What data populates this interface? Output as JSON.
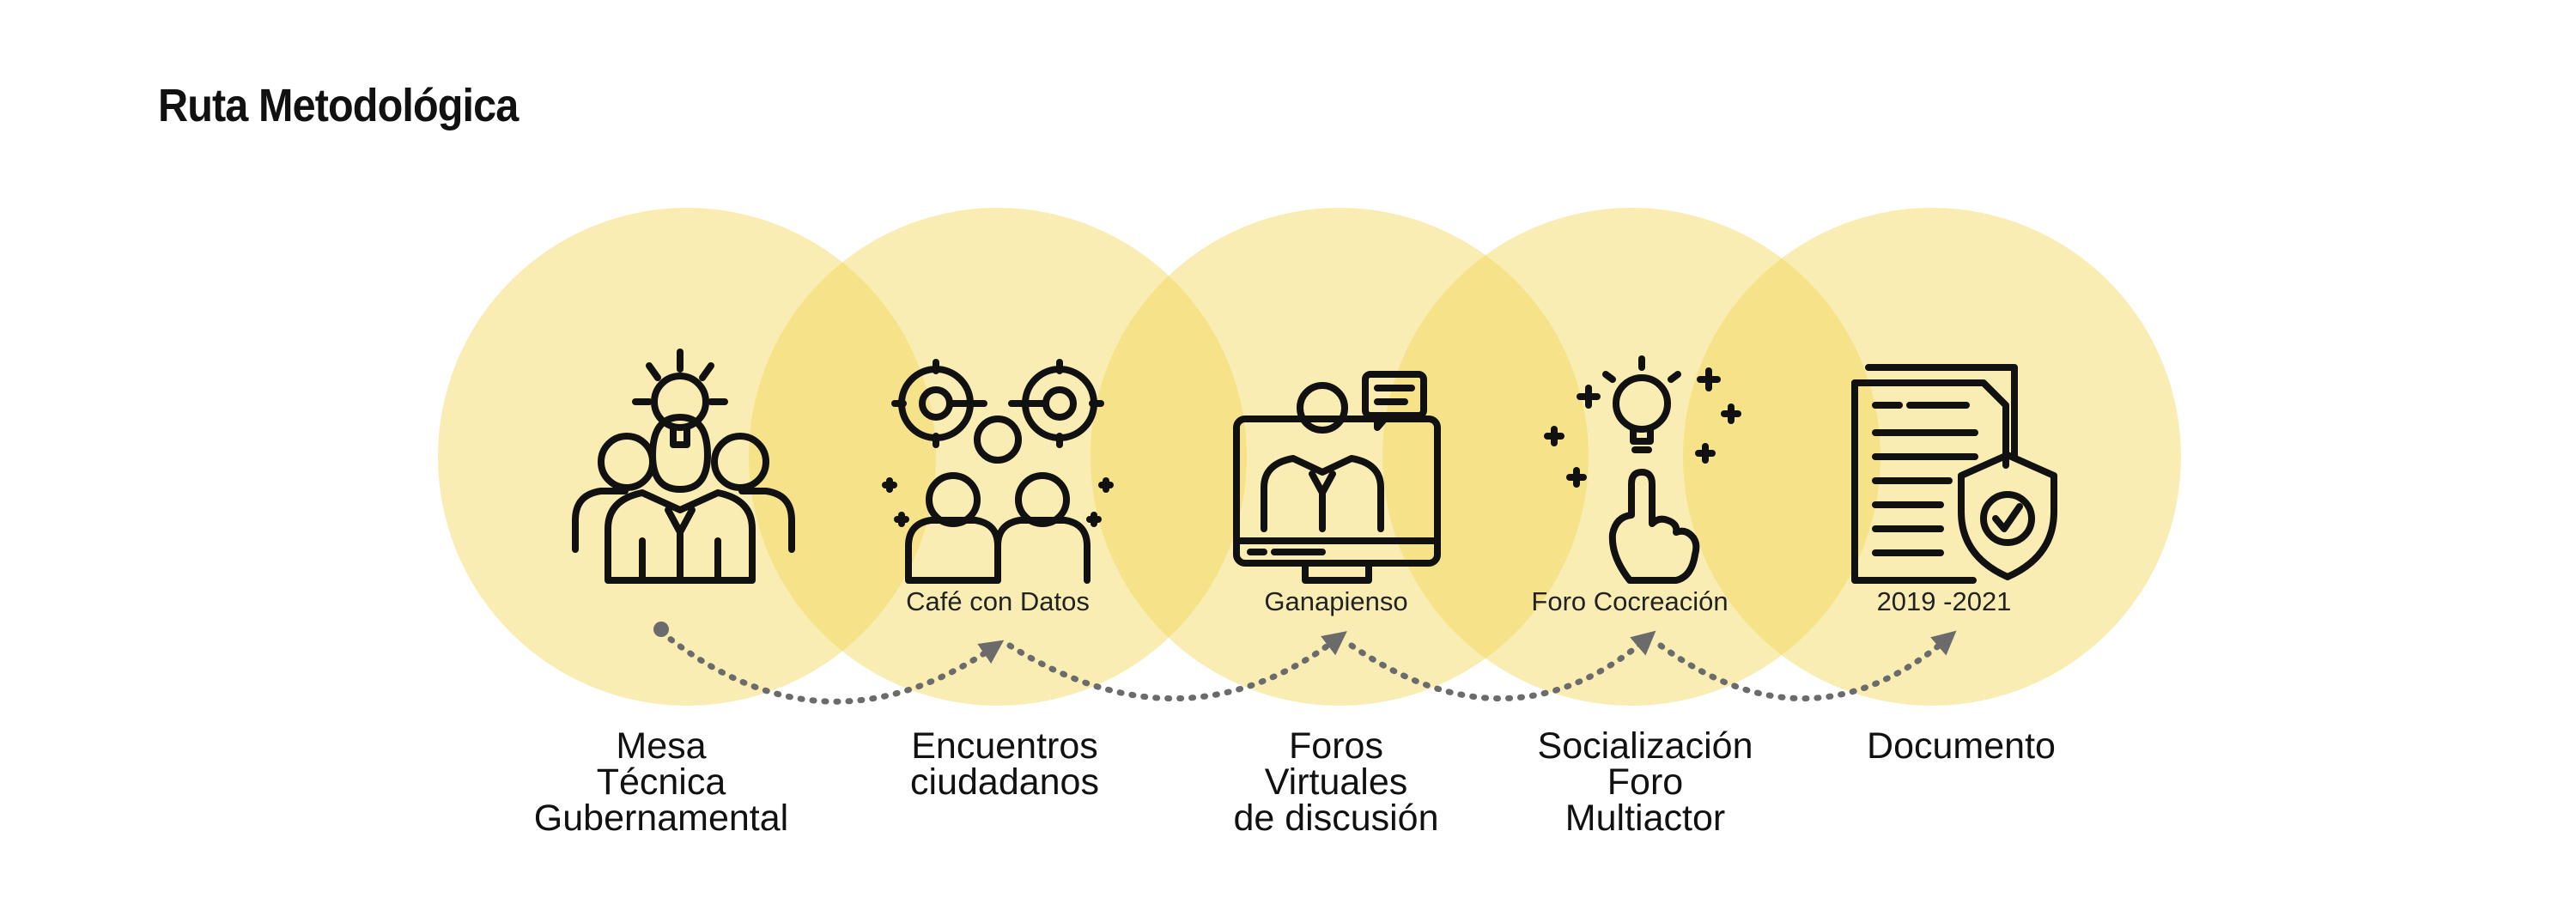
{
  "title": "Ruta Metodológica",
  "colors": {
    "circle_fill": "#f1d656",
    "icon_stroke": "#111111",
    "arrow": "#6b6b6b",
    "background": "#ffffff"
  },
  "stages": [
    {
      "icon": "team-idea-icon",
      "sublabel": "",
      "label": [
        "Mesa",
        "Técnica",
        "Gubernamental"
      ]
    },
    {
      "icon": "team-gears-icon",
      "sublabel": "Café con Datos",
      "label": [
        "Encuentros",
        "ciudadanos"
      ]
    },
    {
      "icon": "video-conference-icon",
      "sublabel": "Ganapienso",
      "label": [
        "Foros",
        "Virtuales",
        "de discusión"
      ]
    },
    {
      "icon": "hand-lightbulb-icon",
      "sublabel": "Foro Cocreación",
      "label": [
        "Socialización",
        "Foro",
        "Multiactor"
      ]
    },
    {
      "icon": "document-shield-icon",
      "sublabel": "2019 -2021",
      "label": [
        "Documento"
      ]
    }
  ]
}
